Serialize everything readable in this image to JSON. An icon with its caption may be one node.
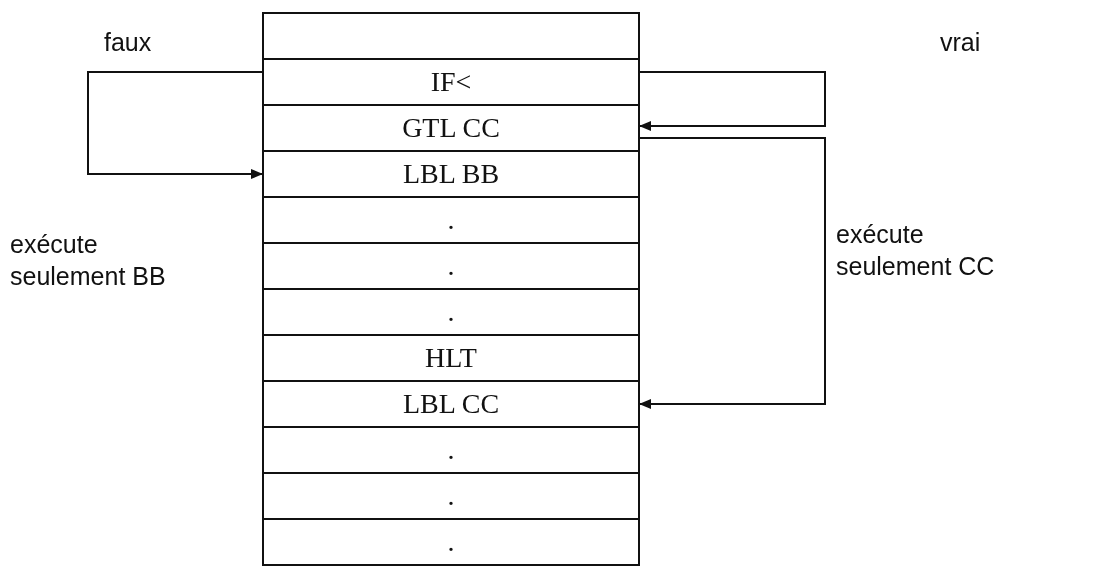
{
  "diagram": {
    "nodes": [
      {
        "text": [],
        "shape": "box"
      },
      {
        "text": [
          "IF<"
        ]
      },
      {
        "text": [
          "GTL CC"
        ]
      },
      {
        "text": [
          "LBL BB"
        ]
      },
      {
        "text": [
          "."
        ]
      },
      {
        "text": [
          "."
        ]
      },
      {
        "text": [
          "."
        ]
      },
      {
        "text": [
          "HLT"
        ]
      },
      {
        "text": [
          "LBL CC"
        ]
      },
      {
        "text": [
          "."
        ]
      },
      {
        "text": [
          "."
        ]
      },
      {
        "text": [
          "."
        ]
      }
    ],
    "edges": [
      {
        "from": 1,
        "to": 3,
        "arrow": "to"
      },
      {
        "from": 1,
        "to": 2,
        "arrow": "to"
      },
      {
        "from": 2,
        "to": 8,
        "arrow": "to"
      }
    ],
    "labels": [
      "faux",
      "vrai",
      "exécute seulement BB",
      "exécute seulement CC"
    ]
  }
}
